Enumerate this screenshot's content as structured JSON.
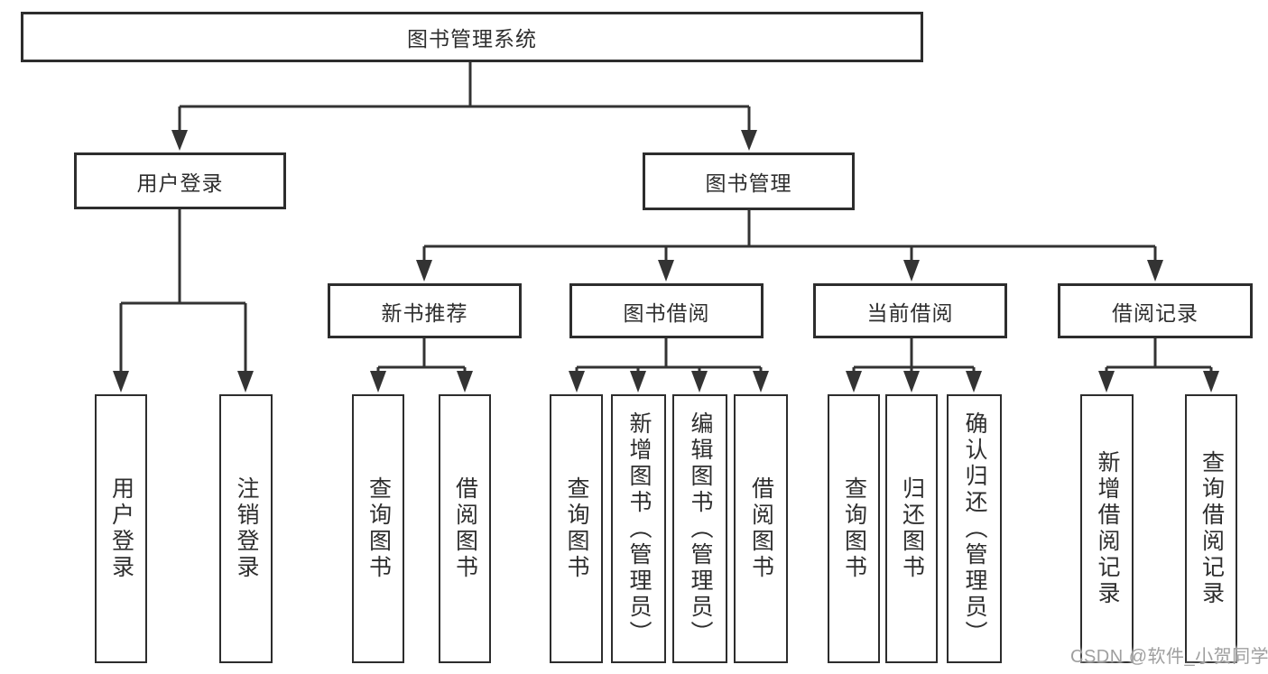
{
  "diagram": {
    "root": {
      "label": "图书管理系统"
    },
    "branches": [
      {
        "label": "用户登录",
        "children": [
          {
            "label": "用户登录"
          },
          {
            "label": "注销登录"
          }
        ]
      },
      {
        "label": "图书管理",
        "children": [
          {
            "label": "新书推荐",
            "children": [
              {
                "label": "查询图书"
              },
              {
                "label": "借阅图书"
              }
            ]
          },
          {
            "label": "图书借阅",
            "children": [
              {
                "label": "查询图书"
              },
              {
                "label": "新增图书（管理员）"
              },
              {
                "label": "编辑图书（管理员）"
              },
              {
                "label": "借阅图书"
              }
            ]
          },
          {
            "label": "当前借阅",
            "children": [
              {
                "label": "查询图书"
              },
              {
                "label": "归还图书"
              },
              {
                "label": "确认归还（管理员）"
              }
            ]
          },
          {
            "label": "借阅记录",
            "children": [
              {
                "label": "新增借阅记录"
              },
              {
                "label": "查询借阅记录"
              }
            ]
          }
        ]
      }
    ]
  },
  "watermark": {
    "text": "CSDN @软件_小贺同学"
  },
  "colors": {
    "line": "#333333",
    "box_border": "#2d2d2d",
    "text": "#2e2e2e",
    "watermark_text": "#9f9f9f",
    "background": "#ffffff"
  }
}
